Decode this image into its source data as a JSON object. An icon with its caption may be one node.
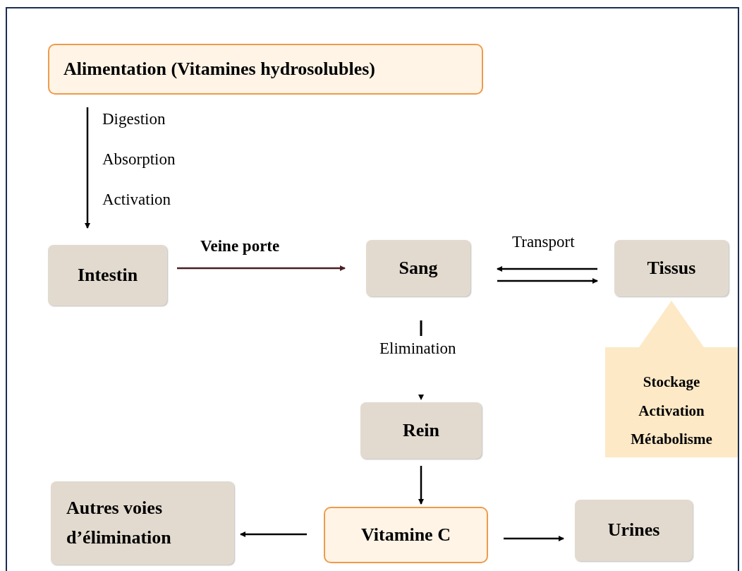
{
  "diagram": {
    "nodes": [
      {
        "text": [
          "Alimentation (Vitamines hydrosolubles)"
        ]
      },
      {
        "text": [
          "Intestin"
        ]
      },
      {
        "text": [
          "Sang"
        ]
      },
      {
        "text": [
          "Tissus"
        ]
      },
      {
        "text": [
          "Rein"
        ]
      },
      {
        "text": [
          "Vitamine C"
        ]
      },
      {
        "text": [
          "Autres voies d’élimination"
        ]
      },
      {
        "text": [
          "Urines"
        ]
      },
      {
        "text": [
          "Stockage",
          "Activation",
          "Métabolisme"
        ]
      }
    ],
    "edges": [
      {
        "from": 0,
        "to": 1,
        "arrow": "to"
      },
      {
        "from": 1,
        "to": 2,
        "arrow": "to",
        "label": "Veine  porte",
        "color": "#4a1f24"
      },
      {
        "from": 3,
        "to": 2,
        "arrow": "to",
        "label": "Transport"
      },
      {
        "from": 2,
        "to": 3,
        "arrow": "to"
      },
      {
        "from": 2,
        "to": 4,
        "arrow": "to",
        "label": "Elimination",
        "style": "dashed"
      },
      {
        "from": 4,
        "to": 5,
        "arrow": "to"
      },
      {
        "from": 5,
        "to": 6,
        "arrow": "to"
      },
      {
        "from": 5,
        "to": 7,
        "arrow": "to"
      }
    ],
    "labels": [
      "Digestion",
      "Absorption",
      "Activation"
    ]
  }
}
